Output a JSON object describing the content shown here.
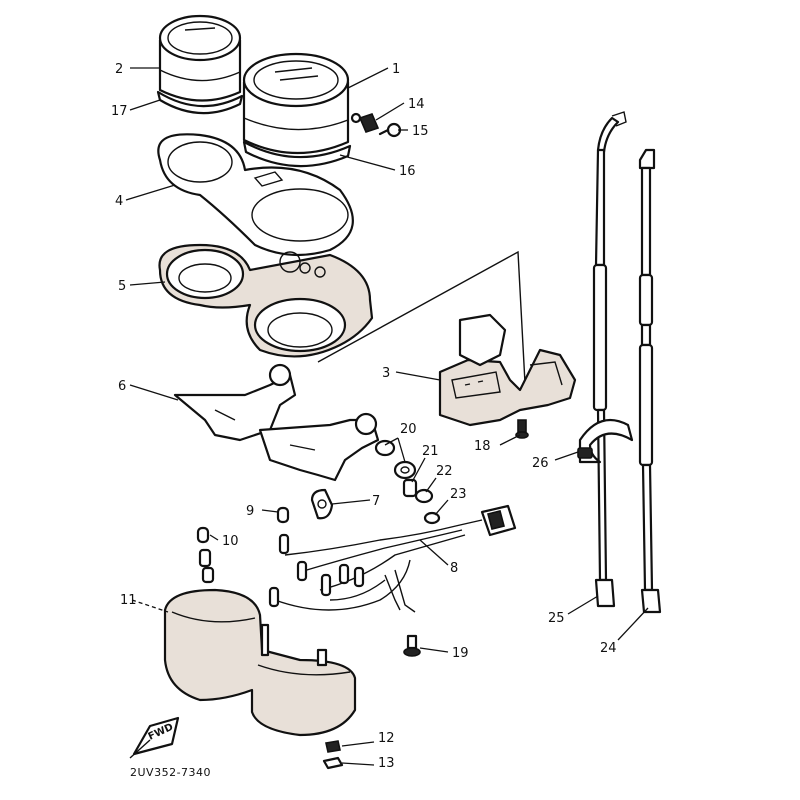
{
  "diagram": {
    "part_code": "2UV352-7340",
    "fwd_marker": "FWD",
    "callouts": {
      "c1": "1",
      "c2": "2",
      "c3": "3",
      "c4": "4",
      "c5": "5",
      "c6": "6",
      "c7": "7",
      "c8": "8",
      "c9": "9",
      "c10": "10",
      "c11": "11",
      "c12": "12",
      "c13": "13",
      "c14": "14",
      "c15": "15",
      "c16": "16",
      "c17": "17",
      "c18": "18",
      "c19": "19",
      "c20": "20",
      "c21": "21",
      "c22": "22",
      "c23": "23",
      "c24": "24",
      "c25": "25",
      "c26": "26"
    }
  }
}
